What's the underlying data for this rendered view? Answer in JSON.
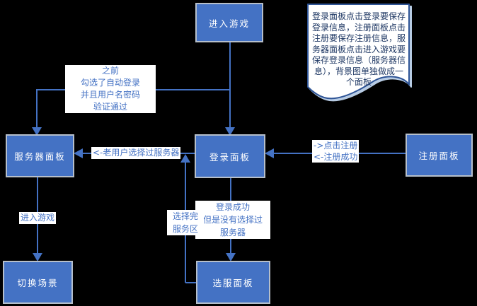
{
  "colors": {
    "background": "#000000",
    "node_fill": "#4472c4",
    "node_border": "#b6bfca",
    "node_text": "#ffffff",
    "connector": "#4472c4",
    "label_bg": "#ffffff",
    "label_text": "#4472c4",
    "note_fill": "#ffffff",
    "note_border": "#2e5496",
    "note_text": "#1f3864"
  },
  "nodes": {
    "enter_game": "进入游戏",
    "server_panel": "服务器面板",
    "login_panel": "登录面板",
    "register_panel": "注册面板",
    "switch_scene": "切换场景",
    "select_server_panel": "选服面板"
  },
  "edge_labels": {
    "auto_login": "之前\n勾选了自动登录\n并且用户名密码\n验证通过",
    "old_user": "<-老用户选择过服务器",
    "register_flow": "->点击注册\n<-注册成功",
    "login_success": "登录成功\n但是没有选择过\n服务器",
    "select_done": "选择完\n服务区",
    "enter_game_action": "进入游戏"
  },
  "note": {
    "text": "登录面板点击登录要保存\n登录信息，注册面板点击\n注册要保存注册信息，服\n务器面板点击进入游戏要\n保存登录信息（服务器信\n息），背景图单独做成一\n个面板"
  }
}
